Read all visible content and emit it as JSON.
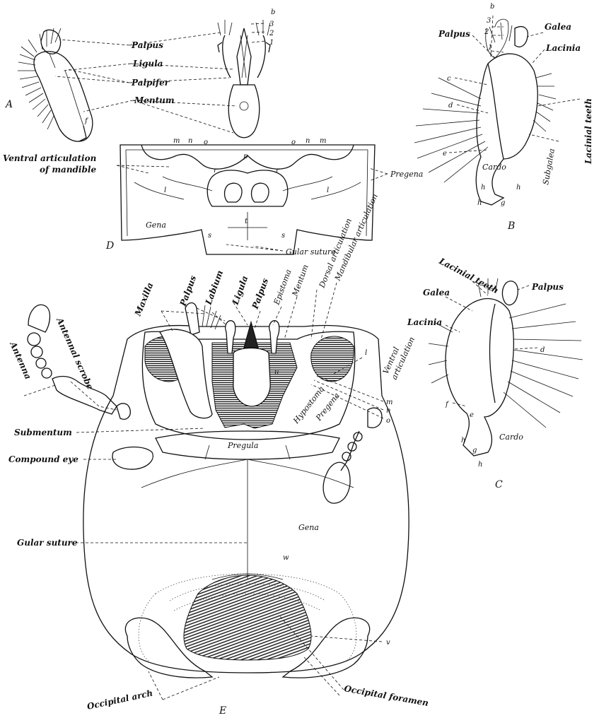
{
  "panels": {
    "A": "A",
    "B": "B",
    "C": "C",
    "D": "D",
    "E": "E"
  },
  "labels_A": {
    "palpus": "Palpus",
    "ligula": "Ligula",
    "palpifer": "Palpifer",
    "mentum": "Mentum",
    "b": "b",
    "n3": "3",
    "n2": "2",
    "n1": "1",
    "f": "f"
  },
  "labels_B": {
    "b": "b",
    "n3": "3",
    "n2": "2",
    "n1": "1",
    "palpus": "Palpus",
    "galea": "Galea",
    "lacinia": "Lacinia",
    "lacinial_teeth": "Lacinial teeth",
    "subgalea": "Subgalea",
    "cardo": "Cardo",
    "c": "c",
    "d": "d",
    "e": "e",
    "h1": "h",
    "h2": "h",
    "h3": "h",
    "g": "g"
  },
  "labels_D": {
    "ventral_articulation": "Ventral articulation",
    "of_mandible": "of mandible",
    "pregena": "Pregena",
    "gena": "Gena",
    "gular_suture": "Gular suture",
    "m1": "m",
    "n1": "n",
    "o1": "o",
    "p": "p",
    "o2": "o",
    "n2": "n",
    "m2": "m",
    "l1": "l",
    "l2": "l",
    "r1": "r",
    "r2": "r",
    "s1": "s",
    "s2": "s",
    "t": "t"
  },
  "labels_C": {
    "lacinial_teeth": "Lacinial teeth",
    "palpus": "Palpus",
    "galea": "Galea",
    "lacinia": "Lacinia",
    "cardo": "Cardo",
    "d": "d",
    "f": "f",
    "e": "e",
    "h1": "h",
    "h2": "h",
    "g": "g"
  },
  "labels_E": {
    "maxilla": "Maxilla",
    "palpus1": "Palpus",
    "labium": "Labium",
    "ligula": "Ligula",
    "palpus2": "Palpus",
    "epistoma": "Epistoma",
    "mentum": "Mentum",
    "dorsal_articulation": "Dorsal articulation",
    "mandibular_articulation": "Mandibular articulation",
    "antennal_scrobe": "Antennal scrobe",
    "antenna": "Antenna",
    "ventral_articulation_1": "Ventral",
    "ventral_articulation_2": "articulation",
    "submentum": "Submentum",
    "compound_eye": "Compound eye",
    "hypostoma": "Hypostoma",
    "pregena": "Pregena",
    "pregula": "Pregula",
    "gular_suture": "Gular suture",
    "gena": "Gena",
    "occipital_foramen": "Occipital foramen",
    "occipital_arch": "Occipital arch",
    "u": "u",
    "l": "l",
    "m": "m",
    "n": "n",
    "o": "o",
    "w": "w",
    "v": "v"
  }
}
